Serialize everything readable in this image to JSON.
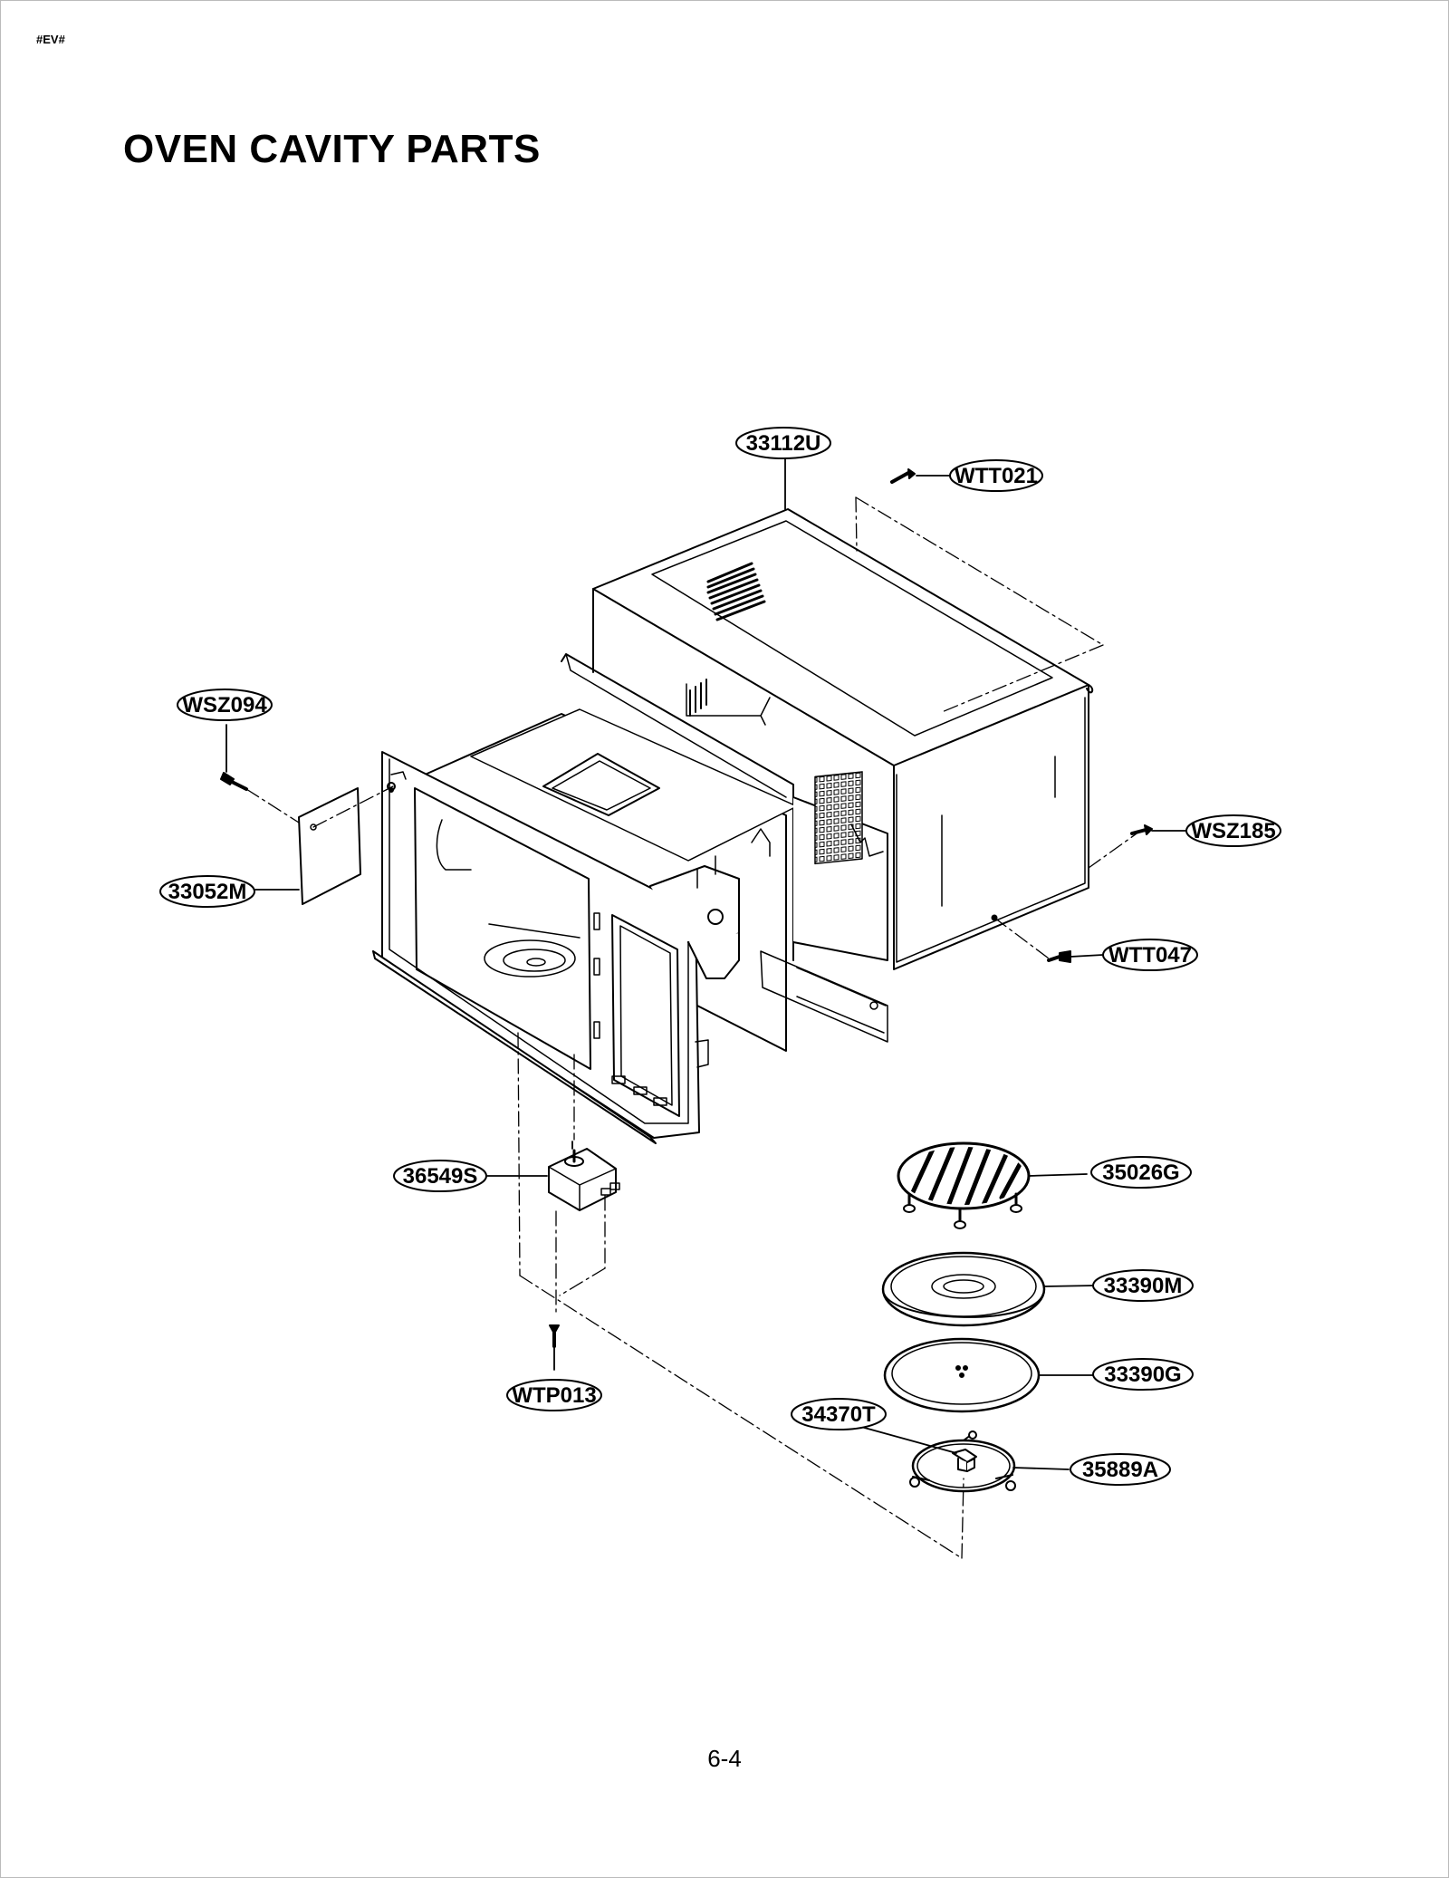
{
  "page": {
    "marker": "#EV#",
    "title": "OVEN CAVITY PARTS",
    "page_number": "6-4"
  },
  "callouts": [
    {
      "id": "cabinet",
      "label": "33112U"
    },
    {
      "id": "screw-wtt021",
      "label": "WTT021"
    },
    {
      "id": "screw-wsz094",
      "label": "WSZ094"
    },
    {
      "id": "cover-plate",
      "label": "33052M"
    },
    {
      "id": "screw-wsz185",
      "label": "WSZ185"
    },
    {
      "id": "screw-wtt047",
      "label": "WTT047"
    },
    {
      "id": "turntable-motor",
      "label": "36549S"
    },
    {
      "id": "rack",
      "label": "35026G"
    },
    {
      "id": "tray-33390m",
      "label": "33390M"
    },
    {
      "id": "glass-tray",
      "label": "33390G"
    },
    {
      "id": "coupler",
      "label": "34370T"
    },
    {
      "id": "roller-ring",
      "label": "35889A"
    },
    {
      "id": "screw-wtp013",
      "label": "WTP013"
    }
  ]
}
